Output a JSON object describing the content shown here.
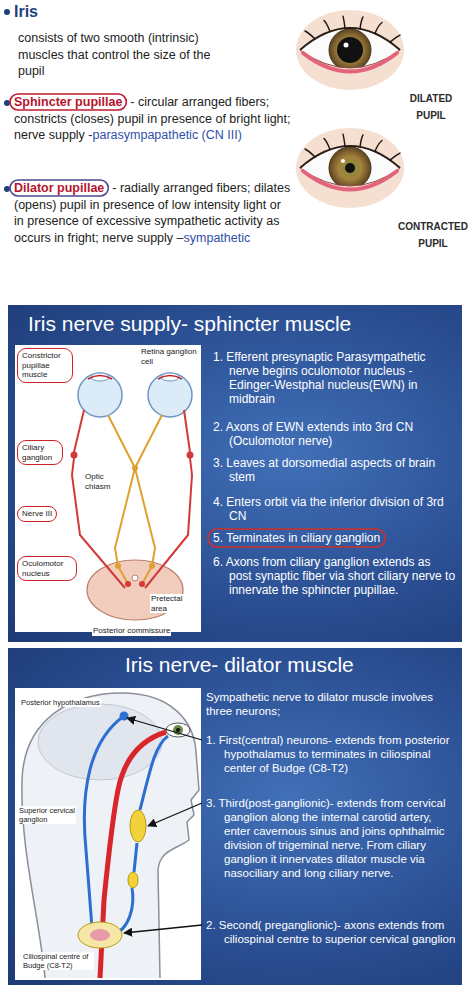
{
  "diagram": {
    "nodes": [
      {
        "text": [
          "Iris nerve supply- sphincter muscle",
          "1. Efferent presynaptic Parasympathetic nerve begins oculomotor nucleus -Edinger-Westphal nucleus(EWN) in midbrain",
          "2. Axons of EWN extends into 3rd CN (Oculomotor nerve)",
          "3. Leaves at dorsomedial aspects of brain stem",
          "4. Enters orbit via the inferior division of 3rd CN",
          "5. Terminates in ciliary ganglion",
          "6. Axons from ciliary ganglion extends as post synaptic fiber via short ciliary nerve to innervate the sphincter pupillae."
        ]
      },
      {
        "text": [
          "Retina ganglion cell",
          "Optic chiasm",
          "Pretectal area",
          "Posterior commissure"
        ],
        "in": 0
      },
      {
        "text": [
          "Constrictor pupillae muscle"
        ],
        "in": 1
      },
      {
        "text": [
          "Ciliary ganglion"
        ],
        "in": 1
      },
      {
        "text": [
          "Nerve III"
        ],
        "in": 1
      },
      {
        "text": [
          "Oculomotor nucleus"
        ],
        "in": 1
      },
      {
        "text": [
          "Iris nerve- dilator muscle",
          "Sympathetic nerve to dilator muscle involves three neurons;",
          "1. First(central) neurons- extends from posterior hypothalamus to terminates in ciliospinal center of Budge (C8-T2)",
          "3. Third(post-ganglionic)- extends from cervical ganglion along the internal carotid artery, enter cavernous sinus and joins ophthalmic division of trigeminal nerve. From ciliary ganglion it innervates dilator muscle via nasociliary and long ciliary nerve.",
          "2. Second( preganglionic)- axons extends from ciliospinal centre to superior cervical ganglion"
        ]
      },
      {
        "text": [
          "Posterior hypothalamus",
          "Superior cervical ganglion",
          "Ciliospinal centre of Budge (C8-T2)"
        ],
        "in": 6
      }
    ],
    "labels": [
      "Iris",
      "consists of two smooth (intrinsic) muscles that control the size of the pupil",
      "Sphincter pupillae",
      "- circular arranged fibers; constricts (closes) pupil in presence of bright light; nerve supply -",
      "parasympapathetic (CN III)",
      "Dilator pupillae",
      "- radially arranged fibers; dilates (opens) pupil in presence of low intensity light or in presence of excessive sympathetic activity as occurs in fright; nerve supply –",
      "sympathetic",
      "DILATED PUPIL",
      "CONTRACTED PUPIL"
    ]
  }
}
